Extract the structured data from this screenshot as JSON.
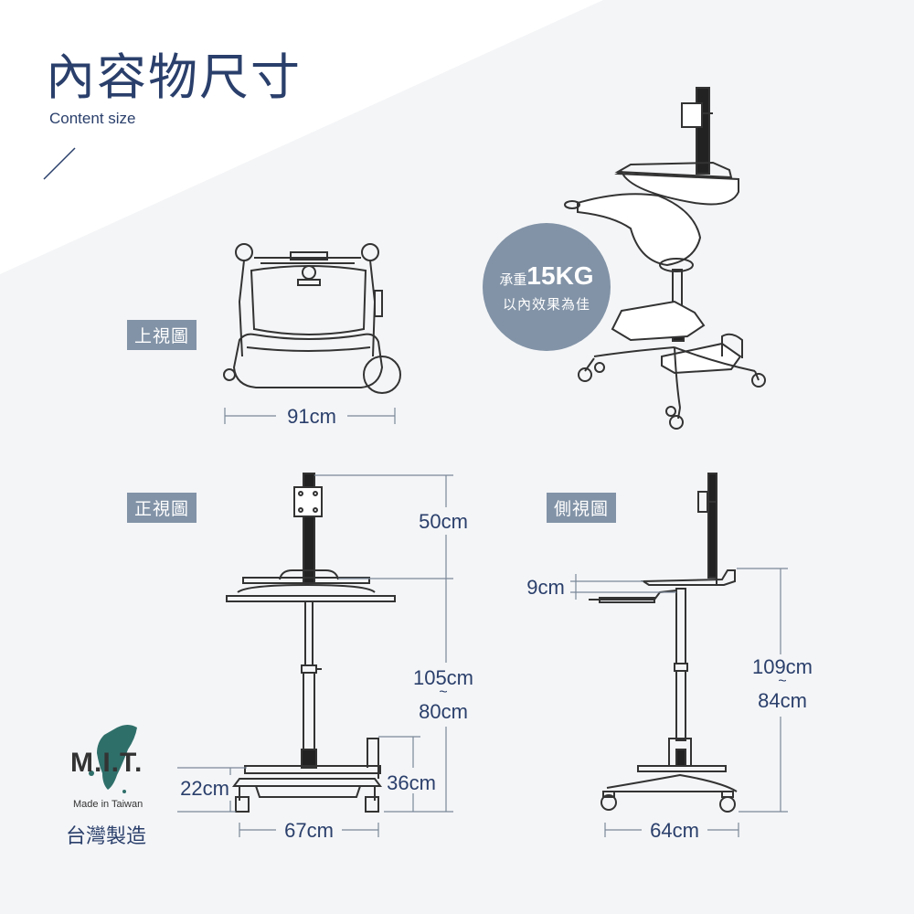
{
  "header": {
    "title": "內容物尺寸",
    "subtitle": "Content size"
  },
  "views": {
    "top": {
      "label": "上視圖",
      "width": "91cm"
    },
    "front": {
      "label": "正視圖",
      "pole": "50cm",
      "height_max": "105cm",
      "height_sep": "~",
      "height_min": "80cm",
      "foot_height": "22cm",
      "rail_height": "36cm",
      "width": "67cm"
    },
    "side": {
      "label": "側視圖",
      "tray_offset": "9cm",
      "height_max": "109cm",
      "height_sep": "~",
      "height_min": "84cm",
      "width": "64cm"
    }
  },
  "badge": {
    "prefix": "承重",
    "load": "15KG",
    "line2": "以內效果為佳"
  },
  "mit": {
    "mark": "M.I.T.",
    "made_in": "Made in Taiwan",
    "label_zh": "台灣製造"
  },
  "colors": {
    "accent": "#2a3f6b",
    "tag": "#8293a7",
    "line": "#333333",
    "dimline": "#7a8898",
    "taiwan": "#2f6f6a"
  }
}
